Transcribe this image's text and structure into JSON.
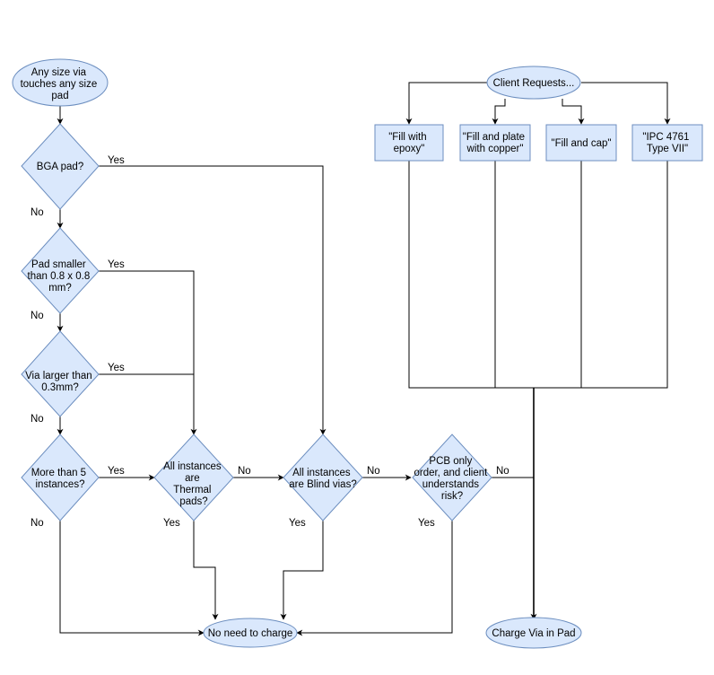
{
  "nodes": {
    "start": [
      "Any size via",
      "touches any size",
      "pad"
    ],
    "bga": [
      "BGA pad?"
    ],
    "pad_smaller": [
      "Pad smaller",
      "than 0.8 x 0.8",
      "mm?"
    ],
    "via_larger": [
      "Via larger than",
      "0.3mm?"
    ],
    "more_than_5": [
      "More than 5",
      "instances?"
    ],
    "thermal": [
      "All instances",
      "are",
      "Thermal",
      "pads?"
    ],
    "blind": [
      "All instances",
      "are Blind vias?"
    ],
    "pcb_only": [
      "PCB only",
      "order, and client",
      "understands",
      "risk?"
    ],
    "no_charge": [
      "No need to charge"
    ],
    "client_requests": [
      "Client Requests..."
    ],
    "fill_epoxy": [
      "\"Fill with",
      "epoxy\""
    ],
    "fill_plate": [
      "\"Fill and plate",
      "with copper\""
    ],
    "fill_cap": [
      "\"Fill and cap\""
    ],
    "ipc": [
      "\"IPC 4761",
      "Type VII\""
    ],
    "charge": [
      "Charge Via in Pad"
    ]
  },
  "edge_labels": {
    "bga_yes": "Yes",
    "bga_no": "No",
    "pad_yes": "Yes",
    "pad_no": "No",
    "via_yes": "Yes",
    "via_no": "No",
    "more_yes": "Yes",
    "more_no": "No",
    "thermal_no": "No",
    "thermal_yes": "Yes",
    "blind_no": "No",
    "blind_yes": "Yes",
    "pcb_no": "No",
    "pcb_yes": "Yes"
  }
}
